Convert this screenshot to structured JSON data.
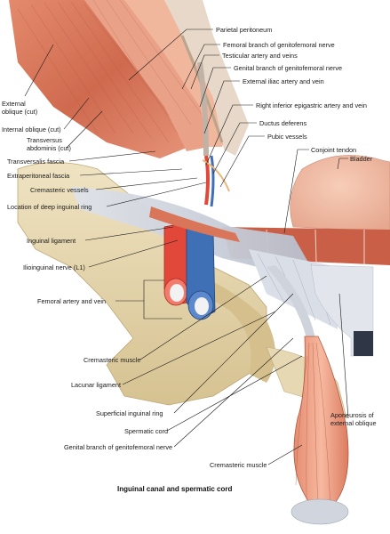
{
  "caption": "Inguinal canal and spermatic cord",
  "labels": {
    "parietal_peritoneum": "Parietal peritoneum",
    "femoral_branch": "Femoral branch of genitofemoral nerve",
    "testicular_artery": "Testicular artery and veins",
    "genital_branch_top": "Genital branch of genitofemoral nerve",
    "external_iliac": "External iliac artery and vein",
    "right_inferior_epigastric": "Right inferior epigastric artery and vein",
    "ductus_deferens": "Ductus deferens",
    "pubic_vessels": "Pubic vessels",
    "conjoint_tendon": "Conjoint tendon",
    "bladder": "Bladder",
    "external_oblique_1": "External",
    "external_oblique_2": "oblique (cut)",
    "internal_oblique": "Internal oblique (cut)",
    "transversus_1": "Transversus",
    "transversus_2": "abdominis (cut)",
    "transversalis_fascia": "Transversalis fascia",
    "extraperitoneal_fascia": "Extraperitoneal fascia",
    "cremasteric_vessels": "Cremasteric vessels",
    "deep_inguinal_ring": "Location of deep inguinal ring",
    "inguinal_ligament": "Inguinal ligament",
    "ilioinguinal_nerve": "Ilioinguinal nerve (L1)",
    "femoral_artery_vein": "Femoral artery and vein",
    "cremasteric_muscle_left": "Cremasteric muscle",
    "lacunar_ligament": "Lacunar ligament",
    "superficial_ring": "Superficial inguinal ring",
    "spermatic_cord": "Spermatic cord",
    "genital_branch_bottom": "Genital branch of genitofemoral nerve",
    "cremasteric_muscle_bottom": "Cremasteric muscle",
    "aponeurosis_1": "Aponeurosis of",
    "aponeurosis_2": "external oblique"
  },
  "colors": {
    "muscle": "#d9765a",
    "muscle_light": "#f0b69b",
    "bone": "#e3d3a9",
    "fascia": "#c9ced8",
    "artery": "#e2483a",
    "vein": "#3f6fb5",
    "nerve": "#f2d35a"
  }
}
